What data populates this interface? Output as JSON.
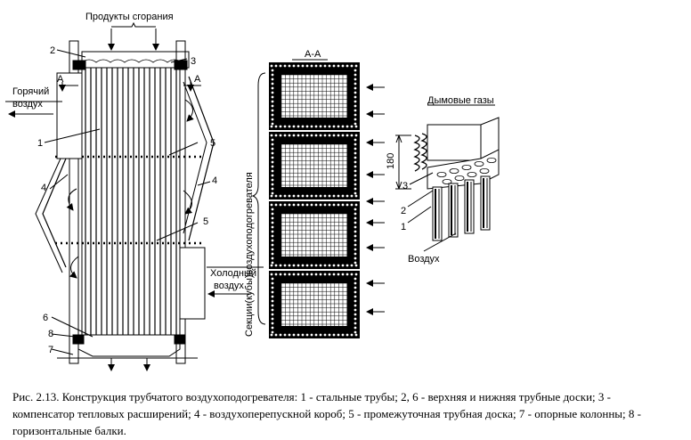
{
  "labels": {
    "combustion_products": "Продукты сгорания",
    "hot_air_line1": "Горячий",
    "hot_air_line2": "воздух",
    "cold_air_line1": "Холодный",
    "cold_air_line2": "воздух",
    "section_aa": "А-А",
    "section_a_left": "А",
    "section_a_right": "А",
    "sections_vertical": "Секции(кубы)воздухоподогревателя",
    "flue_gases": "Дымовые газы",
    "dim_180": "180",
    "air": "Воздух",
    "n1_left": "1",
    "n2_top": "2",
    "n3_top": "3",
    "n4_left": "4",
    "n4_right": "4",
    "n5_upper": "5",
    "n5_lower": "5",
    "n6": "6",
    "n7": "7",
    "n8": "8",
    "d3": "3",
    "d2": "2",
    "d1": "1"
  },
  "caption": "Рис. 2.13. Конструкция трубчатого воздухоподогревателя: 1 - стальные трубы; 2, 6 - верхняя и нижняя трубные доски; 3 - компенсатор тепловых расширений; 4 - воздухоперепускной короб; 5 - промежуточная трубная доска; 7 - опорные колонны; 8 - горизонтальные балки."
}
